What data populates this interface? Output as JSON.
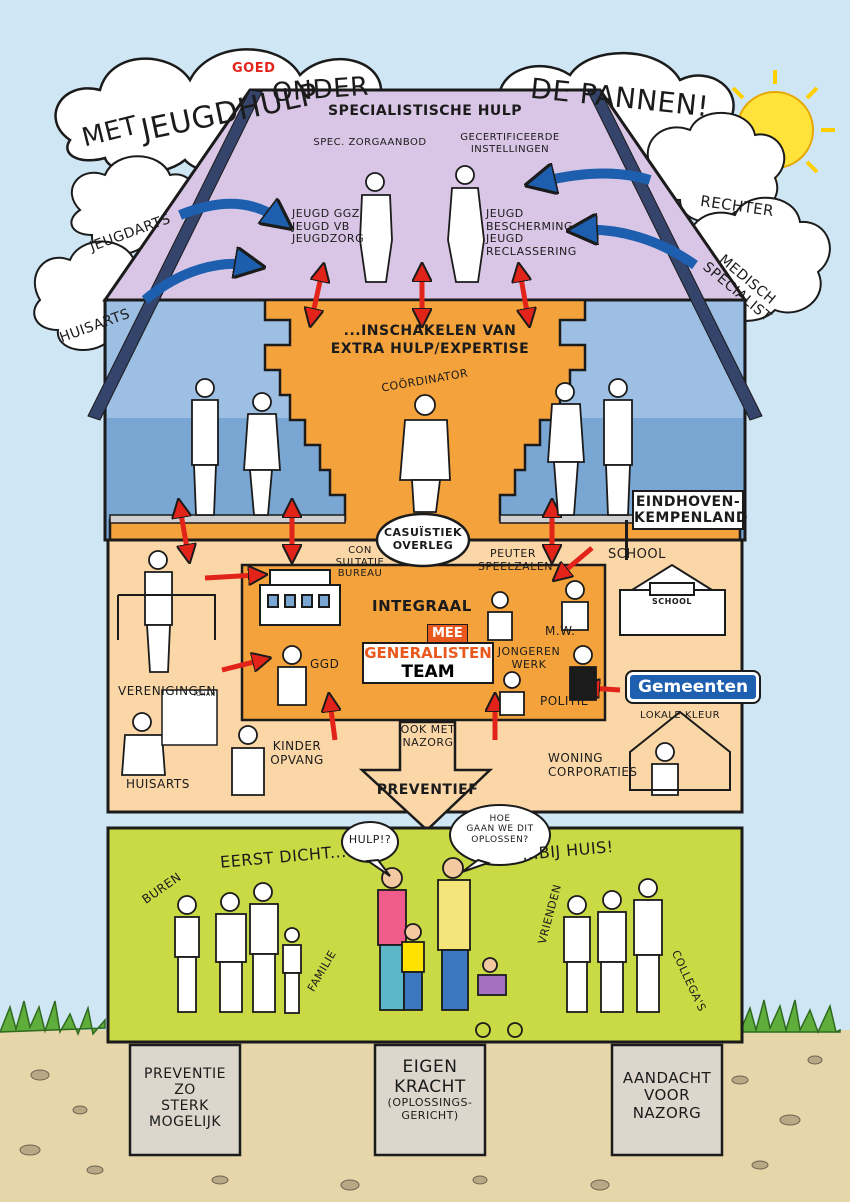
{
  "title": {
    "part1": "Met",
    "part2": "Jeugdhulp",
    "insert": "goed",
    "part3": "onder",
    "part4": "de pannen!"
  },
  "roof": {
    "heading": "Specialistische hulp",
    "left_sub": "Spec. zorgaanbod",
    "right_sub": "Gecertificeerde instellingen",
    "left_items": [
      "Jeugd GGZ",
      "Jeugd VB",
      "Jeugdzorg"
    ],
    "right_items": [
      "Jeugd",
      "Bescherming",
      "Jeugd",
      "Reclassering"
    ]
  },
  "clouds": {
    "jeugdarts": "Jeugdarts",
    "huisarts": "Huisarts",
    "rechter": "Rechter",
    "medisch": [
      "Medisch",
      "specialist"
    ]
  },
  "middle": {
    "line1": "...Inschakelen van",
    "line2": "extra hulp/expertise",
    "coordinator": "Coördinator",
    "casuistiek": [
      "Casuïstiek",
      "overleg"
    ],
    "region": [
      "Eindhoven-",
      "Kempenland"
    ]
  },
  "ground_floor": {
    "consultatie": [
      "Con",
      "sultatie",
      "bureau"
    ],
    "peuter": [
      "Peuter",
      "speelzalen"
    ],
    "school_label": "School",
    "school_sign": "School",
    "integraal": "Integraal",
    "mee": "MEE",
    "generalisten": "Generalisten",
    "team": "Team",
    "ggd": "GGD",
    "mw": "M.W.",
    "jongeren": [
      "Jongeren",
      "werk"
    ],
    "politie": "Politie",
    "verenigingen": "Verenigingen",
    "huisarts": "Huisarts",
    "kinderopvang": [
      "Kinder",
      "opvang"
    ],
    "ook_met": [
      "Ook met",
      "nazorg"
    ],
    "gemeenten": "Gemeenten",
    "lokale_kleur": "Lokale kleur",
    "woning": [
      "Woning",
      "corporaties"
    ],
    "chart_sign": "Ichan"
  },
  "preventief": "Preventief",
  "basement": {
    "eerst": "Eerst dicht....",
    "bij_huis": "...bij huis!",
    "hulp": "Hulp!?",
    "hoe": [
      "Hoe",
      "gaan we dit",
      "oplossen?"
    ],
    "buren": "Buren",
    "familie": "Familie",
    "vrienden": "Vrienden",
    "collegas": "Collega's"
  },
  "foundations": {
    "left": [
      "Preventie",
      "zo",
      "sterk",
      "mogelijk"
    ],
    "mid": [
      "Eigen",
      "kracht",
      "(oplossings-",
      "gericht)"
    ],
    "right": [
      "Aandacht",
      "voor",
      "nazorg"
    ]
  },
  "colors": {
    "sky": "#cfe6f5",
    "roof": "#d9c6e6",
    "sea": "#7aa6d4",
    "stair": "#f4a23c",
    "ground_floor": "#fbd7a8",
    "basement": "#c9da45",
    "earth": "#e7d6a9",
    "arrow_red": "#e2231a",
    "arrow_blue": "#1d5fae"
  }
}
